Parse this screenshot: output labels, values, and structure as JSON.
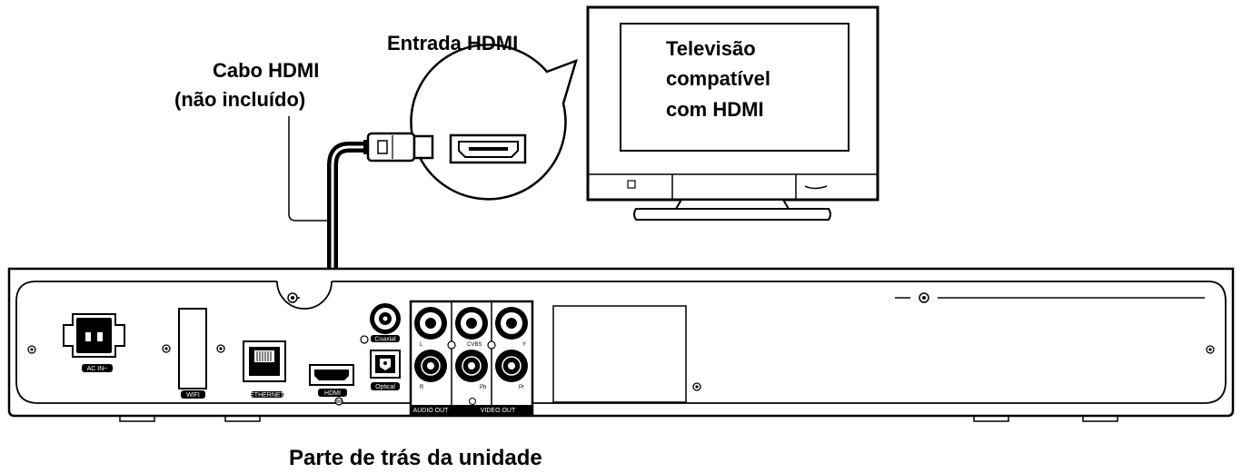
{
  "labels": {
    "hdmi_input": "Entrada HDMI",
    "cable_line1": "Cabo HDMI",
    "cable_line2": "(não incluído)",
    "tv_line1": "Televisão",
    "tv_line2": "compatível",
    "tv_line3": "com HDMI",
    "caption": "Parte de trás da unidade"
  },
  "panel": {
    "ac_in": "AC IN~",
    "wifi": "WIFI",
    "ethernet": "ETHERNET",
    "hdmi": "HDMI",
    "coaxial": "Coaxial",
    "optical": "Optical",
    "audio_out": "AUDIO OUT",
    "video_out": "VIDEO  OUT",
    "l": "L",
    "r": "R",
    "cvbs": "CVBS",
    "pb": "Pb",
    "pr": "Pr",
    "y": "Y"
  }
}
